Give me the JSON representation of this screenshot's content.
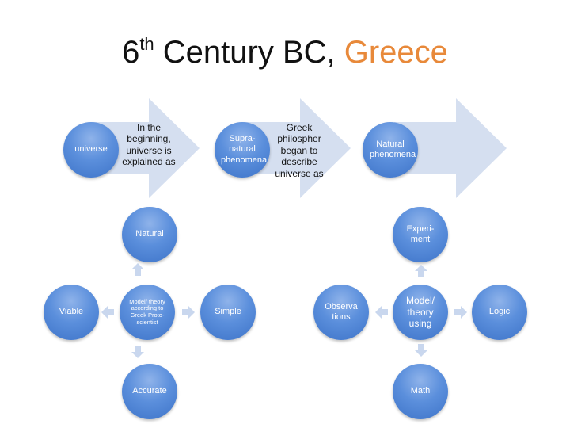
{
  "title": {
    "prefix": "6",
    "superscript": "th",
    "middle": " Century BC, ",
    "accent": "Greece"
  },
  "process": {
    "steps": [
      {
        "node": "universe",
        "text": "In the beginning, universe is explained as"
      },
      {
        "node": "Supra-natural phenomena",
        "text": "Greek philospher began to describe universe as"
      },
      {
        "node": "Natural phenomena",
        "text": ""
      }
    ]
  },
  "left_cluster": {
    "center": "Model/ theory according to Greek Proto-scientist",
    "top": "Natural",
    "right": "Simple",
    "bottom": "Accurate",
    "left": "Viable"
  },
  "right_cluster": {
    "center": "Model/ theory using",
    "top": "Experi-ment",
    "right": "Logic",
    "bottom": "Math",
    "left": "Observa tions"
  },
  "colors": {
    "title_text": "#111111",
    "accent": "#e8893a",
    "node_fill": "#4f86d8",
    "arrow_fill": "#d5dff0",
    "connector_fill": "#c9d7ee"
  }
}
